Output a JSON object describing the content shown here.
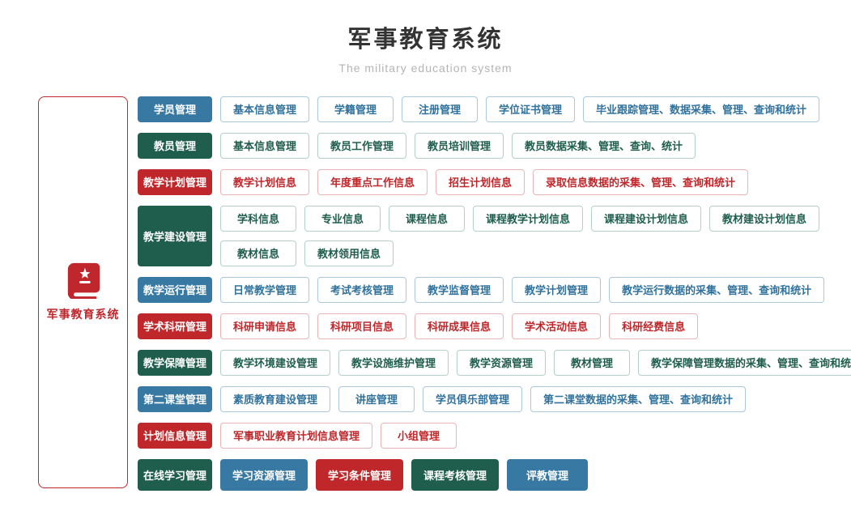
{
  "header": {
    "title": "军事教育系统",
    "subtitle": "The military education system"
  },
  "root": {
    "label": "军事教育系统",
    "icon": "book-star-icon",
    "border_color": "#c0272d"
  },
  "colors": {
    "blue": "#3879a3",
    "green": "#1f5d4d",
    "red": "#bf272b",
    "title_text": "#333333",
    "subtitle_text": "#b4b4b4"
  },
  "categories": [
    {
      "label": "学员管理",
      "color": "blue",
      "item_lines": [
        [
          {
            "label": "基本信息管理",
            "variant": "outline",
            "color": "blue"
          },
          {
            "label": "学籍管理",
            "variant": "outline",
            "color": "blue"
          },
          {
            "label": "注册管理",
            "variant": "outline",
            "color": "blue"
          },
          {
            "label": "学位证书管理",
            "variant": "outline",
            "color": "blue"
          },
          {
            "label": "毕业跟踪管理、数据采集、管理、查询和统计",
            "variant": "outline",
            "color": "blue"
          }
        ]
      ]
    },
    {
      "label": "教员管理",
      "color": "green",
      "item_lines": [
        [
          {
            "label": "基本信息管理",
            "variant": "outline",
            "color": "green"
          },
          {
            "label": "教员工作管理",
            "variant": "outline",
            "color": "green"
          },
          {
            "label": "教员培训管理",
            "variant": "outline",
            "color": "green"
          },
          {
            "label": "教员数据采集、管理、查询、统计",
            "variant": "outline",
            "color": "green"
          }
        ]
      ]
    },
    {
      "label": "教学计划管理",
      "color": "red",
      "item_lines": [
        [
          {
            "label": "教学计划信息",
            "variant": "outline",
            "color": "red"
          },
          {
            "label": "年度重点工作信息",
            "variant": "outline",
            "color": "red"
          },
          {
            "label": "招生计划信息",
            "variant": "outline",
            "color": "red"
          },
          {
            "label": "录取信息数据的采集、管理、查询和统计",
            "variant": "outline",
            "color": "red"
          }
        ]
      ]
    },
    {
      "label": "教学建设管理",
      "color": "green",
      "item_lines": [
        [
          {
            "label": "学科信息",
            "variant": "outline",
            "color": "green"
          },
          {
            "label": "专业信息",
            "variant": "outline",
            "color": "green"
          },
          {
            "label": "课程信息",
            "variant": "outline",
            "color": "green"
          },
          {
            "label": "课程教学计划信息",
            "variant": "outline",
            "color": "green"
          },
          {
            "label": "课程建设计划信息",
            "variant": "outline",
            "color": "green"
          },
          {
            "label": "教材建设计划信息",
            "variant": "outline",
            "color": "green"
          }
        ],
        [
          {
            "label": "教材信息",
            "variant": "outline",
            "color": "green"
          },
          {
            "label": "教材领用信息",
            "variant": "outline",
            "color": "green"
          }
        ]
      ]
    },
    {
      "label": "教学运行管理",
      "color": "blue",
      "item_lines": [
        [
          {
            "label": "日常教学管理",
            "variant": "outline",
            "color": "blue"
          },
          {
            "label": "考试考核管理",
            "variant": "outline",
            "color": "blue"
          },
          {
            "label": "教学监督管理",
            "variant": "outline",
            "color": "blue"
          },
          {
            "label": "教学计划管理",
            "variant": "outline",
            "color": "blue"
          },
          {
            "label": "教学运行数据的采集、管理、查询和统计",
            "variant": "outline",
            "color": "blue"
          }
        ]
      ]
    },
    {
      "label": "学术科研管理",
      "color": "red",
      "item_lines": [
        [
          {
            "label": "科研申请信息",
            "variant": "outline",
            "color": "red"
          },
          {
            "label": "科研项目信息",
            "variant": "outline",
            "color": "red"
          },
          {
            "label": "科研成果信息",
            "variant": "outline",
            "color": "red"
          },
          {
            "label": "学术活动信息",
            "variant": "outline",
            "color": "red"
          },
          {
            "label": "科研经费信息",
            "variant": "outline",
            "color": "red"
          }
        ]
      ]
    },
    {
      "label": "教学保障管理",
      "color": "green",
      "item_lines": [
        [
          {
            "label": "教学环境建设管理",
            "variant": "outline",
            "color": "green"
          },
          {
            "label": "教学设施维护管理",
            "variant": "outline",
            "color": "green"
          },
          {
            "label": "教学资源管理",
            "variant": "outline",
            "color": "green"
          },
          {
            "label": "教材管理",
            "variant": "outline",
            "color": "green"
          },
          {
            "label": "教学保障管理数据的采集、管理、查询和统计",
            "variant": "outline",
            "color": "green"
          }
        ]
      ]
    },
    {
      "label": "第二课堂管理",
      "color": "blue",
      "item_lines": [
        [
          {
            "label": "素质教育建设管理",
            "variant": "outline",
            "color": "blue"
          },
          {
            "label": "讲座管理",
            "variant": "outline",
            "color": "blue"
          },
          {
            "label": "学员俱乐部管理",
            "variant": "outline",
            "color": "blue"
          },
          {
            "label": "第二课堂数据的采集、管理、查询和统计",
            "variant": "outline",
            "color": "blue"
          }
        ]
      ]
    },
    {
      "label": "计划信息管理",
      "color": "red",
      "item_lines": [
        [
          {
            "label": "军事职业教育计划信息管理",
            "variant": "outline",
            "color": "red"
          },
          {
            "label": "小组管理",
            "variant": "outline",
            "color": "red"
          }
        ]
      ]
    },
    {
      "label": "在线学习管理",
      "color": "green",
      "tall": true,
      "item_lines": [
        [
          {
            "label": "学习资源管理",
            "variant": "solid",
            "color": "blue"
          },
          {
            "label": "学习条件管理",
            "variant": "solid",
            "color": "red"
          },
          {
            "label": "课程考核管理",
            "variant": "solid",
            "color": "green"
          },
          {
            "label": "评教管理",
            "variant": "solid",
            "color": "blue"
          }
        ]
      ]
    }
  ]
}
